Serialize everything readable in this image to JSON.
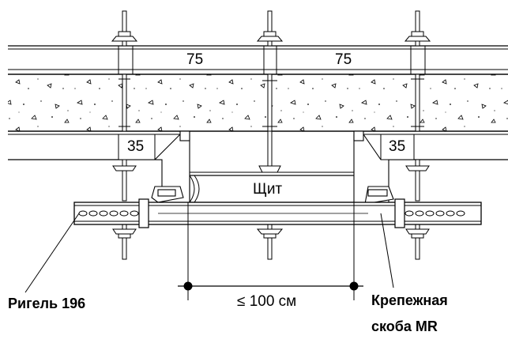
{
  "diagram": {
    "dim_top_left": "75",
    "dim_top_right": "75",
    "dim_bottom_left": "35",
    "dim_bottom_right": "35",
    "panel_label": "Щит",
    "span_label": "≤ 100 см",
    "left_callout": "Ригель 196",
    "right_callout_line1": "Крепежная",
    "right_callout_line2": "скоба MR"
  },
  "colors": {
    "line": "#000000",
    "background": "#ffffff"
  }
}
